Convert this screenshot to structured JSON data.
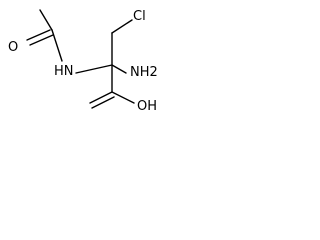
{
  "molecule": {
    "atom_labels": {
      "oxygen_carbonyl_left": "O",
      "nitrogen_amide": "HN",
      "chlorine": "Cl",
      "nitrogen_amine": "NH2",
      "hydroxyl": "OH"
    },
    "colors": {
      "bond": "#000000",
      "text": "#000000",
      "background": "#ffffff"
    }
  }
}
